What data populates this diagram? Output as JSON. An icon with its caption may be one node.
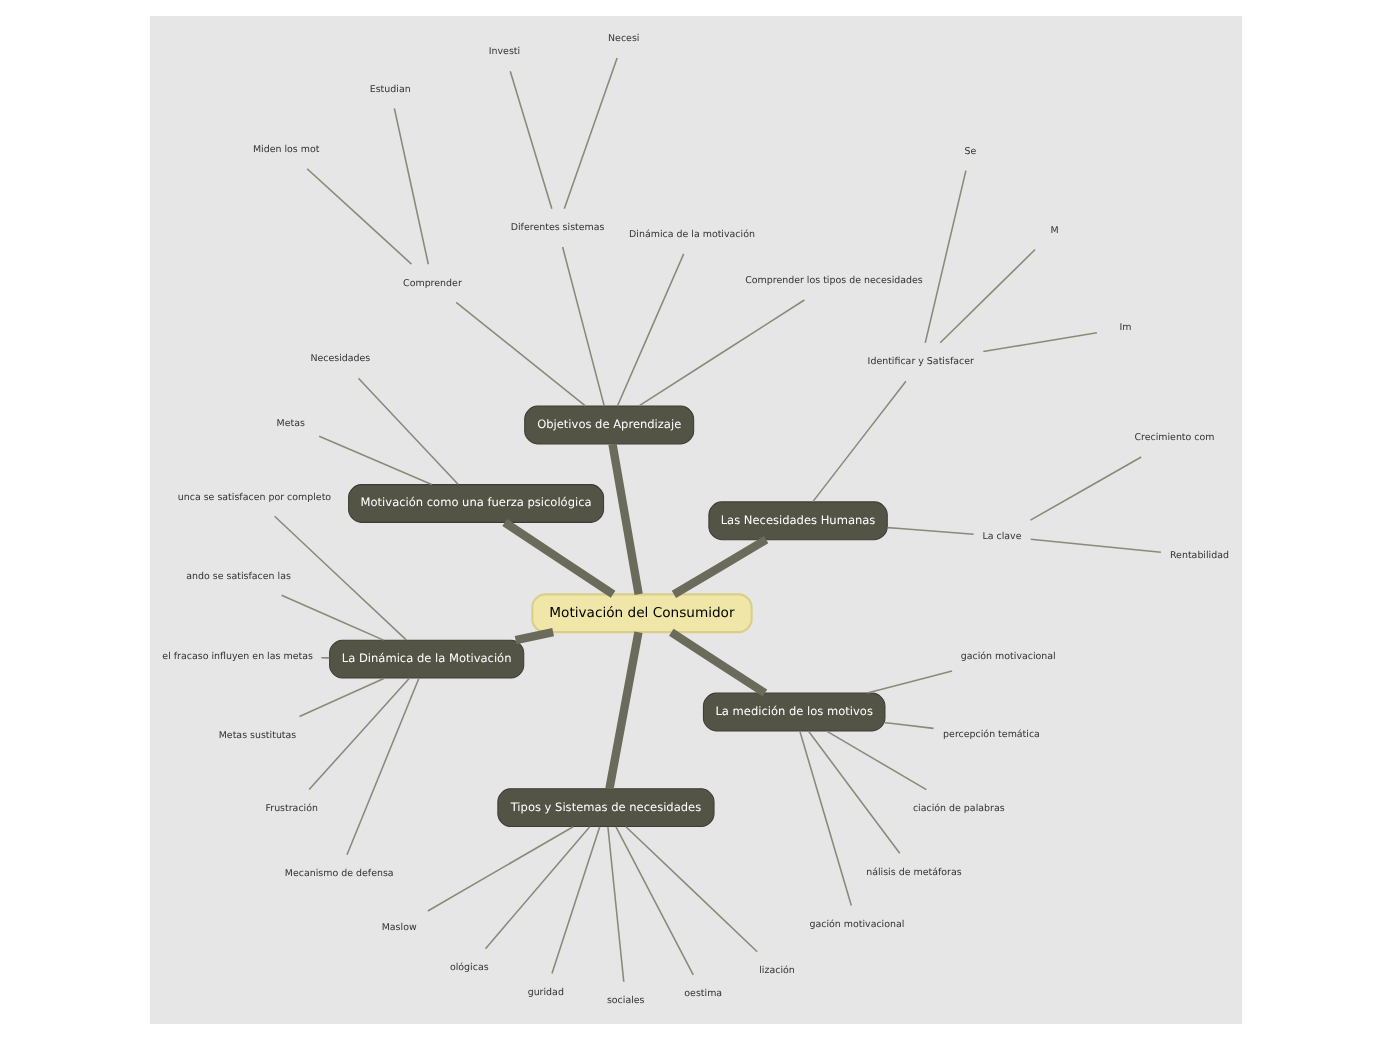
{
  "diagram": {
    "nodes": [
      {
        "text": [
          "Motivación del Consumidor"
        ]
      },
      {
        "text": [
          "Las Necesidades Humanas"
        ]
      },
      {
        "text": [
          "La clave"
        ]
      },
      {
        "text": [
          "Rentabilidad"
        ]
      },
      {
        "text": [
          "Crecimiento com"
        ]
      },
      {
        "text": [
          "Identificar y Satisfacer"
        ]
      },
      {
        "text": [
          "Im"
        ]
      },
      {
        "text": [
          "M"
        ]
      },
      {
        "text": [
          "Se"
        ]
      },
      {
        "text": [
          "Objetivos de Aprendizaje"
        ]
      },
      {
        "text": [
          "Comprender los tipos de necesidades"
        ]
      },
      {
        "text": [
          "Dinámica de la motivación"
        ]
      },
      {
        "text": [
          "Diferentes sistemas"
        ]
      },
      {
        "text": [
          "Necesi"
        ]
      },
      {
        "text": [
          "Investi"
        ]
      },
      {
        "text": [
          "Comprender"
        ]
      },
      {
        "text": [
          "Estudian"
        ]
      },
      {
        "text": [
          "Miden los mot"
        ]
      },
      {
        "text": [
          "Motivación como una fuerza psicológica"
        ]
      },
      {
        "text": [
          "Necesidades"
        ]
      },
      {
        "text": [
          "Metas"
        ]
      },
      {
        "text": [
          "La Dinámica de la Motivación"
        ]
      },
      {
        "text": [
          "unca se satisfacen por completo"
        ]
      },
      {
        "text": [
          "ando se satisfacen las"
        ]
      },
      {
        "text": [
          "el fracaso influyen en las metas"
        ]
      },
      {
        "text": [
          "Metas sustitutas"
        ]
      },
      {
        "text": [
          "Frustración"
        ]
      },
      {
        "text": [
          "Mecanismo de defensa"
        ]
      },
      {
        "text": [
          "Tipos y Sistemas de necesidades"
        ]
      },
      {
        "text": [
          "Maslow"
        ]
      },
      {
        "text": [
          "ológicas"
        ]
      },
      {
        "text": [
          "guridad"
        ]
      },
      {
        "text": [
          "sociales"
        ]
      },
      {
        "text": [
          "oestima"
        ]
      },
      {
        "text": [
          "lización"
        ]
      },
      {
        "text": [
          "La medición de los motivos"
        ]
      },
      {
        "text": [
          "gación motivacional"
        ]
      },
      {
        "text": [
          "nálisis de metáforas"
        ]
      },
      {
        "text": [
          "ciación de palabras"
        ]
      },
      {
        "text": [
          "percepción temática"
        ]
      },
      {
        "text": [
          "gación motivacional"
        ]
      }
    ],
    "edges": [
      {
        "from": 0,
        "to": 1,
        "arrow": "none",
        "style": "thick"
      },
      {
        "from": 1,
        "to": 2,
        "arrow": "none"
      },
      {
        "from": 2,
        "to": 3,
        "arrow": "none"
      },
      {
        "from": 2,
        "to": 4,
        "arrow": "none"
      },
      {
        "from": 1,
        "to": 5,
        "arrow": "none"
      },
      {
        "from": 5,
        "to": 6,
        "arrow": "none"
      },
      {
        "from": 5,
        "to": 7,
        "arrow": "none"
      },
      {
        "from": 5,
        "to": 8,
        "arrow": "none"
      },
      {
        "from": 0,
        "to": 9,
        "arrow": "none",
        "style": "thick"
      },
      {
        "from": 9,
        "to": 10,
        "arrow": "none"
      },
      {
        "from": 9,
        "to": 11,
        "arrow": "none"
      },
      {
        "from": 9,
        "to": 12,
        "arrow": "none"
      },
      {
        "from": 12,
        "to": 13,
        "arrow": "none"
      },
      {
        "from": 12,
        "to": 14,
        "arrow": "none"
      },
      {
        "from": 9,
        "to": 15,
        "arrow": "none"
      },
      {
        "from": 15,
        "to": 16,
        "arrow": "none"
      },
      {
        "from": 15,
        "to": 17,
        "arrow": "none"
      },
      {
        "from": 0,
        "to": 18,
        "arrow": "none",
        "style": "thick"
      },
      {
        "from": 18,
        "to": 19,
        "arrow": "none"
      },
      {
        "from": 18,
        "to": 20,
        "arrow": "none"
      },
      {
        "from": 0,
        "to": 21,
        "arrow": "none",
        "style": "thick"
      },
      {
        "from": 21,
        "to": 22,
        "arrow": "none"
      },
      {
        "from": 21,
        "to": 23,
        "arrow": "none"
      },
      {
        "from": 21,
        "to": 24,
        "arrow": "none"
      },
      {
        "from": 21,
        "to": 25,
        "arrow": "none"
      },
      {
        "from": 21,
        "to": 26,
        "arrow": "none"
      },
      {
        "from": 21,
        "to": 27,
        "arrow": "none"
      },
      {
        "from": 0,
        "to": 28,
        "arrow": "none",
        "style": "thick"
      },
      {
        "from": 28,
        "to": 29,
        "arrow": "none"
      },
      {
        "from": 28,
        "to": 30,
        "arrow": "none"
      },
      {
        "from": 28,
        "to": 31,
        "arrow": "none"
      },
      {
        "from": 28,
        "to": 32,
        "arrow": "none"
      },
      {
        "from": 28,
        "to": 33,
        "arrow": "none"
      },
      {
        "from": 28,
        "to": 34,
        "arrow": "none"
      },
      {
        "from": 0,
        "to": 35,
        "arrow": "none",
        "style": "thick"
      },
      {
        "from": 35,
        "to": 36,
        "arrow": "none"
      },
      {
        "from": 35,
        "to": 37,
        "arrow": "none"
      },
      {
        "from": 35,
        "to": 38,
        "arrow": "none"
      },
      {
        "from": 35,
        "to": 39,
        "arrow": "none"
      },
      {
        "from": 35,
        "to": 40,
        "arrow": "none"
      }
    ]
  }
}
